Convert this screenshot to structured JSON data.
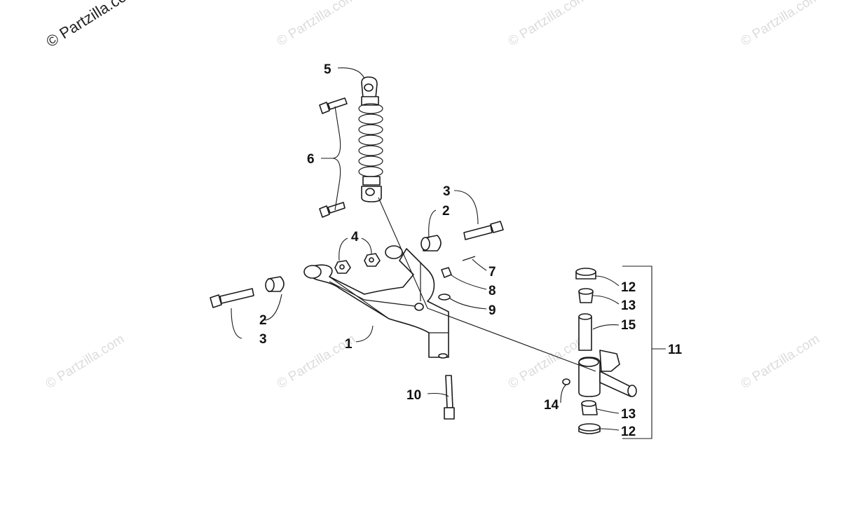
{
  "watermarks": {
    "corner": "© Partzilla.com",
    "tile": "© Partzilla.com"
  },
  "callouts": {
    "c1": "1",
    "c2a": "2",
    "c2b": "2",
    "c3a": "3",
    "c3b": "3",
    "c4": "4",
    "c5": "5",
    "c6": "6",
    "c7": "7",
    "c8": "8",
    "c9": "9",
    "c10": "10",
    "c11": "11",
    "c12a": "12",
    "c12b": "12",
    "c13a": "13",
    "c13b": "13",
    "c14": "14",
    "c15": "15"
  }
}
